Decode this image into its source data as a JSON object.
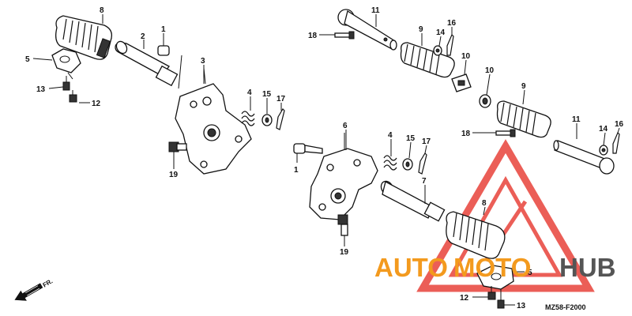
{
  "diagram": {
    "callouts": [
      {
        "id": "c8a",
        "text": "8"
      },
      {
        "id": "c2",
        "text": "2"
      },
      {
        "id": "c1a",
        "text": "1"
      },
      {
        "id": "c3",
        "text": "3"
      },
      {
        "id": "c5a",
        "text": "5"
      },
      {
        "id": "c13a",
        "text": "13"
      },
      {
        "id": "c12a",
        "text": "12"
      },
      {
        "id": "c4a",
        "text": "4"
      },
      {
        "id": "c15a",
        "text": "15"
      },
      {
        "id": "c17a",
        "text": "17"
      },
      {
        "id": "c19a",
        "text": "19"
      },
      {
        "id": "c11a",
        "text": "11"
      },
      {
        "id": "c18a",
        "text": "18"
      },
      {
        "id": "c9a",
        "text": "9"
      },
      {
        "id": "c14a",
        "text": "14"
      },
      {
        "id": "c16a",
        "text": "16"
      },
      {
        "id": "c10a",
        "text": "10"
      },
      {
        "id": "c10b",
        "text": "10"
      },
      {
        "id": "c9b",
        "text": "9"
      },
      {
        "id": "c11b",
        "text": "11"
      },
      {
        "id": "c14b",
        "text": "14"
      },
      {
        "id": "c16b",
        "text": "16"
      },
      {
        "id": "c18b",
        "text": "18"
      },
      {
        "id": "c6",
        "text": "6"
      },
      {
        "id": "c4b",
        "text": "4"
      },
      {
        "id": "c15b",
        "text": "15"
      },
      {
        "id": "c17b",
        "text": "17"
      },
      {
        "id": "c1b",
        "text": "1"
      },
      {
        "id": "c7",
        "text": "7"
      },
      {
        "id": "c19b",
        "text": "19"
      },
      {
        "id": "c8b",
        "text": "8"
      },
      {
        "id": "c5b",
        "text": "5"
      },
      {
        "id": "c12b",
        "text": "12"
      },
      {
        "id": "c13b",
        "text": "13"
      }
    ],
    "front_label": "FR.",
    "diagram_code": "MZ58-F2000"
  },
  "watermark": {
    "brand_part1": "AUTO",
    "brand_part2": "MOTO",
    "brand_part3": "HUB",
    "color_red": "#e8423a",
    "color_orange": "#f39a1e",
    "color_gray": "#555555"
  }
}
